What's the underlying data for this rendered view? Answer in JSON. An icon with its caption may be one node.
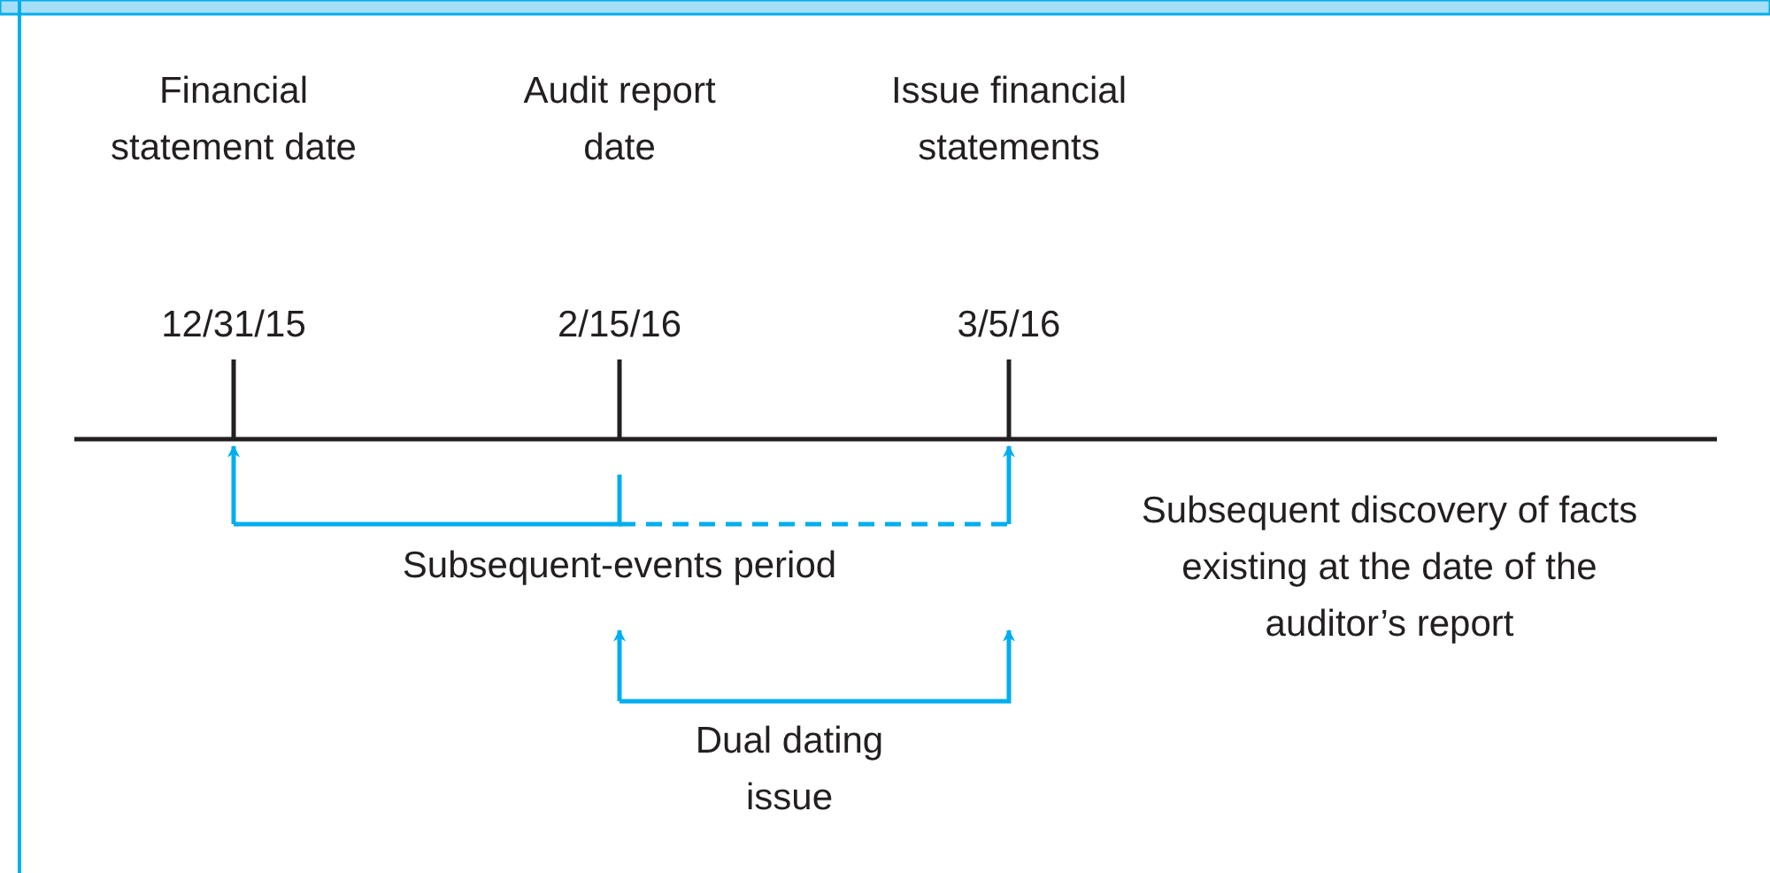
{
  "diagram": {
    "labels": [
      "Financial statement date",
      "Audit report date",
      "Issue financial statements",
      "12/31/15",
      "2/15/16",
      "3/5/16",
      "Subsequent discovery of facts existing at the date of the auditor’s report",
      "Subsequent-events period",
      "Dual dating issue"
    ]
  }
}
